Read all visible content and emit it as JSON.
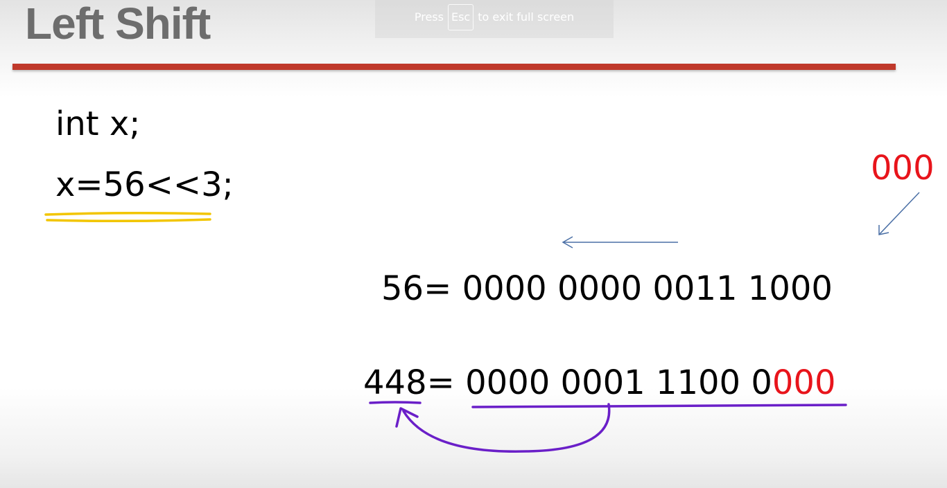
{
  "slide": {
    "title": "Left Shift"
  },
  "fullscreen_notice": {
    "prefix": "Press",
    "key": "Esc",
    "suffix": "to exit full screen"
  },
  "code": {
    "declaration": "int x;",
    "assignment": "x=56<<3;"
  },
  "binary": {
    "original_label": "56=",
    "original_bits": "0000 0000 0011 1000",
    "result_label": "448=",
    "result_bits_main": "0000 0001 1100 0",
    "result_bits_shifted": "000"
  },
  "shifted_in_bits": "000",
  "colors": {
    "title_rule": "#c0392b",
    "highlight_red": "#e8141b",
    "underline_yellow": "#f2c500",
    "ink_purple": "#6a1fc8",
    "arrow_blue": "#4a6fa5"
  }
}
